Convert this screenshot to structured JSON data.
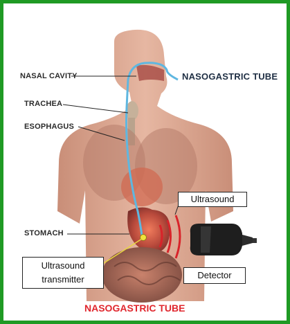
{
  "labels": {
    "nasal_cavity": "NASAL CAVITY",
    "trachea": "TRACHEA",
    "esophagus": "ESOPHAGUS",
    "stomach": "STOMACH",
    "ng_tube_top": "NASOGASTRIC TUBE",
    "ng_tube_bottom": "NASOGASTRIC TUBE"
  },
  "callouts": {
    "ultrasound": "Ultrasound",
    "transmitter_line1": "Ultrasound",
    "transmitter_line2": "transmitter",
    "detector": "Detector"
  },
  "colors": {
    "frame": "#1f9a24",
    "tube": "#5fb7e0",
    "wave": "#d8232a",
    "transmitter_dot": "#f1e23c",
    "bottom_title": "#e0262d",
    "skin": "#d9a58f"
  }
}
